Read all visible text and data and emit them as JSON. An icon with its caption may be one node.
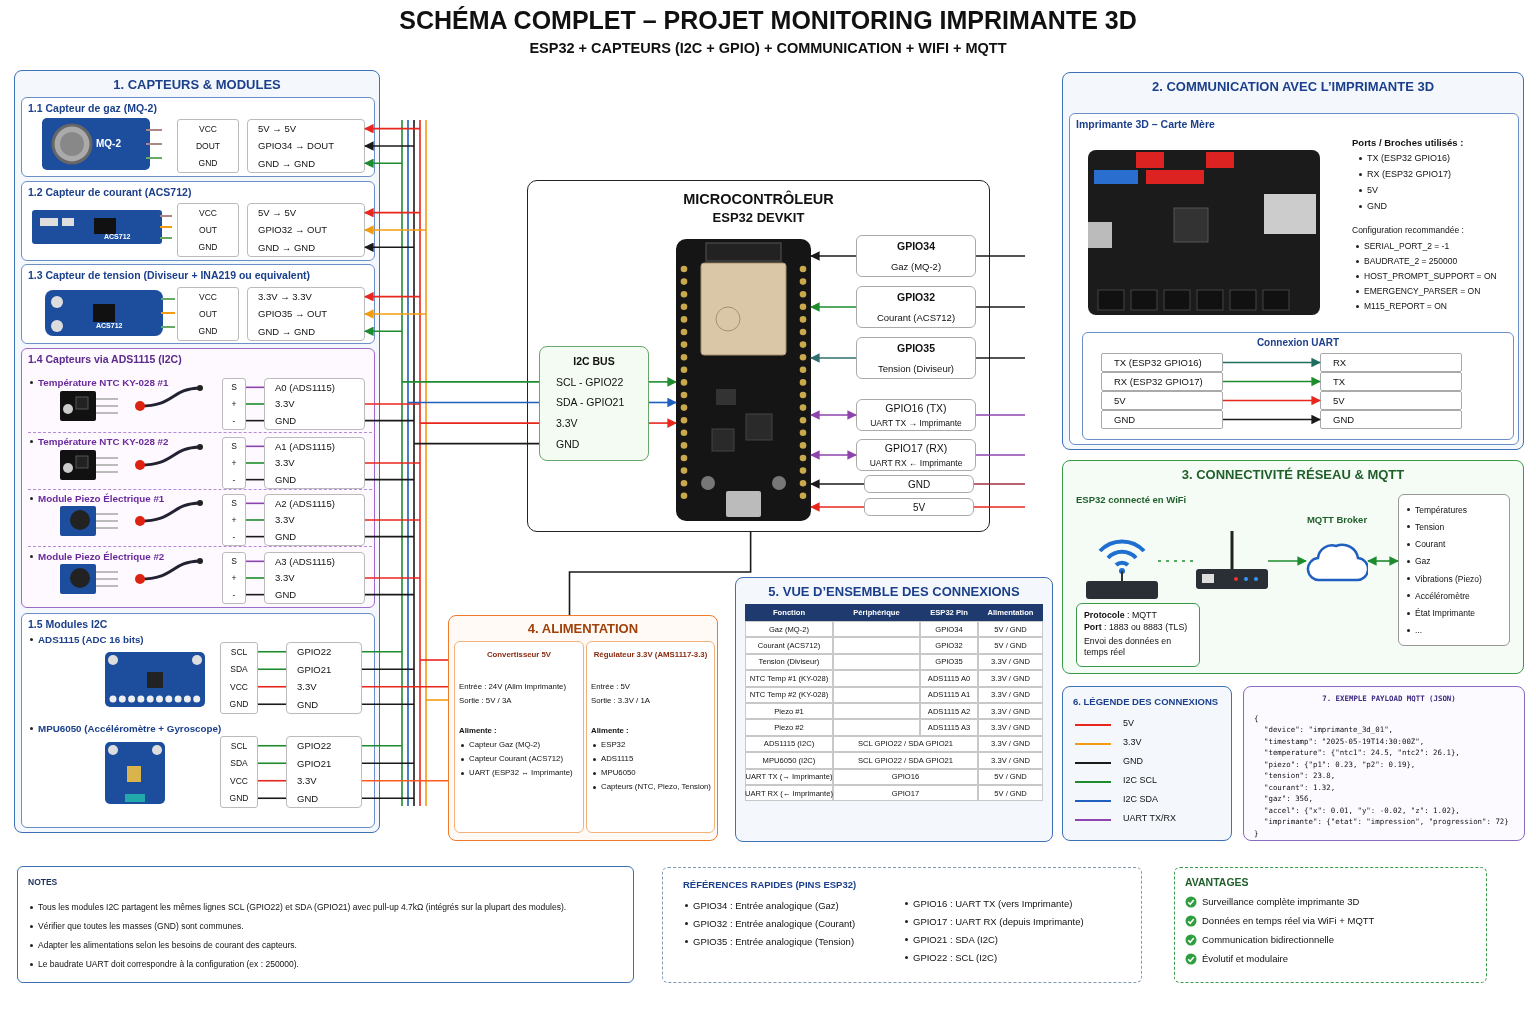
{
  "diagram": {
    "title": "SCHÉMA COMPLET – PROJET MONITORING IMPRIMANTE 3D",
    "nodes": [
      {
        "text": [
          "1. CAPTEURS & MODULES"
        ]
      },
      {
        "text": [
          "1.1 Capteur de gaz (MQ-2)"
        ],
        "in": 0
      },
      {
        "text": [
          "VCC",
          "DOUT",
          "GND"
        ],
        "in": 1
      },
      {
        "text": [
          "5V → 5V",
          "GPIO34 → DOUT",
          "GND → GND"
        ],
        "in": 1
      },
      {
        "text": [
          "1.2 Capteur de courant (ACS712)"
        ],
        "in": 0
      },
      {
        "text": [
          "VCC",
          "OUT",
          "GND"
        ],
        "in": 4
      },
      {
        "text": [
          "5V → 5V",
          "GPIO32 → OUT",
          "GND → GND"
        ],
        "in": 4
      },
      {
        "text": [
          "1.3 Capteur de tension (Diviseur + INA219 ou equivalent)"
        ],
        "in": 0
      },
      {
        "text": [
          "VCC",
          "OUT",
          "GND"
        ],
        "in": 7
      },
      {
        "text": [
          "3.3V → 3.3V",
          "GPIO35 → OUT",
          "GND → GND"
        ],
        "in": 7
      },
      {
        "text": [
          "1.4 Capteurs via ADS1115 (I2C)"
        ],
        "in": 0
      },
      {
        "text": [
          "S",
          "+",
          "-"
        ],
        "in": 10
      },
      {
        "text": [
          "A0 (ADS1115)",
          "3.3V",
          "GND"
        ],
        "in": 10
      },
      {
        "text": [
          "S",
          "+",
          "-"
        ],
        "in": 10
      },
      {
        "text": [
          "A1 (ADS1115)",
          "3.3V",
          "GND"
        ],
        "in": 10
      },
      {
        "text": [
          "S",
          "+",
          "-"
        ],
        "in": 10
      },
      {
        "text": [
          "A2 (ADS1115)",
          "3.3V",
          "GND"
        ],
        "in": 10
      },
      {
        "text": [
          "S",
          "+",
          "-"
        ],
        "in": 10
      },
      {
        "text": [
          "A3 (ADS1115)",
          "3.3V",
          "GND"
        ],
        "in": 10
      },
      {
        "text": [
          "1.5 Modules I2C"
        ],
        "in": 0
      },
      {
        "text": [
          "SCL",
          "SDA",
          "VCC",
          "GND"
        ],
        "in": 19
      },
      {
        "text": [
          "GPIO22",
          "GPIO21",
          "3.3V",
          "GND"
        ],
        "in": 19
      },
      {
        "text": [
          "SCL",
          "SDA",
          "VCC",
          "GND"
        ],
        "in": 19
      },
      {
        "text": [
          "GPIO22",
          "GPIO21",
          "3.3V",
          "GND"
        ],
        "in": 19
      },
      {
        "text": [
          "MICROCONTRÔLEUR",
          "ESP32 DEVKIT"
        ]
      },
      {
        "text": [
          "I2C BUS",
          "SCL - GPIO22",
          "SDA - GPIO21",
          "3.3V",
          "GND"
        ],
        "in": 24
      },
      {
        "text": [],
        "shape": "picture",
        "in": 24
      },
      {
        "text": [
          "GPIO34",
          "Gaz (MQ-2)"
        ],
        "in": 24
      },
      {
        "text": [
          "GPIO32",
          "Courant (ACS712)"
        ],
        "in": 24
      },
      {
        "text": [
          "GPIO35",
          "Tension (Diviseur)"
        ],
        "in": 24
      },
      {
        "text": [
          "GPIO16 (TX)",
          "UART TX → Imprimante"
        ],
        "in": 24
      },
      {
        "text": [
          "GPIO17 (RX)",
          "UART RX ← Imprimante"
        ],
        "in": 24
      },
      {
        "text": [
          "GND"
        ],
        "in": 24
      },
      {
        "text": [
          "5V"
        ],
        "in": 24
      },
      {
        "text": [
          "4. ALIMENTATION"
        ]
      },
      {
        "text": [
          "Convertisseur 5V",
          "Entrée : 24V (Alim Imprimante)",
          "Sortie : 5V / 3A",
          "Alimente :",
          "Capteur Gaz (MQ-2)",
          "Capteur Courant (ACS712)",
          "UART (ESP32 ↔ Imprimante)"
        ],
        "in": 34
      },
      {
        "text": [
          "Régulateur 3.3V (AMS1117-3.3)",
          "Entrée : 5V",
          "Sortie : 3.3V / 1A",
          "Alimente :",
          "ESP32",
          "ADS1115",
          "MPU6050",
          "Capteurs (NTC, Piezo, Tension)"
        ],
        "in": 34
      },
      {
        "text": [
          "5. VUE D’ENSEMBLE DES CONNEXIONS"
        ]
      },
      {
        "text": [
          "2. COMMUNICATION AVEC L’IMPRIMANTE 3D"
        ]
      },
      {
        "text": [
          "Imprimante 3D – Carte Mère"
        ],
        "in": 38
      },
      {
        "text": [
          "Connexion UART"
        ],
        "in": 39
      },
      {
        "text": [
          "TX (ESP32 GPIO16)"
        ],
        "in": 40
      },
      {
        "text": [
          "RX (ESP32 GPIO17)"
        ],
        "in": 40
      },
      {
        "text": [
          "5V"
        ],
        "in": 40
      },
      {
        "text": [
          "GND"
        ],
        "in": 40
      },
      {
        "text": [
          "RX"
        ],
        "in": 40
      },
      {
        "text": [
          "TX"
        ],
        "in": 40
      },
      {
        "text": [
          "5V"
        ],
        "in": 40
      },
      {
        "text": [
          "GND"
        ],
        "in": 40
      },
      {
        "text": [
          "3. CONNECTIVITÉ RÉSEAU & MQTT"
        ]
      },
      {
        "text": [],
        "shape": "picture",
        "in": 49
      },
      {
        "text": [],
        "shape": "picture",
        "in": 49
      },
      {
        "text": [],
        "shape": "cloud",
        "beside": [
          "MQTT Broker"
        ],
        "in": 49
      },
      {
        "text": [
          "Températures",
          "Tension",
          "Courant",
          "Gaz",
          "Vibrations (Piezo)",
          "Accéléromètre",
          "État Imprimante",
          "..."
        ],
        "in": 49
      },
      {
        "text": [
          "**Protocole** : MQTT",
          "**Port** : 1883 ou 8883 (TLS)",
          "Envoi des données en temps réel"
        ],
        "in": 49
      },
      {
        "text": [
          "6. LÉGENDE DES CONNEXIONS"
        ]
      },
      {
        "text": [
          "7. EXEMPLE PAYLOAD MQTT (JSON)",
          "{",
          "\"device\": \"imprimante_3d_01\",",
          "\"timestamp\": \"2025-05-19T14:30:00Z\",",
          "\"temperature\": {\"ntc1\": 24.5, \"ntc2\": 26.1},",
          "\"piezo\": {\"p1\": 0.23, \"p2\": 0.19},",
          "\"tension\": 23.8,",
          "\"courant\": 1.32,",
          "\"gaz\": 356,",
          "\"accel\": {\"x\": 0.01, \"y\": -0.02, \"z\": 1.02},",
          "\"imprimante\": {\"etat\": \"impression\", \"progression\": 72}",
          "}"
        ]
      },
      {
        "text": [
          "NOTES",
          "Tous les modules I2C partagent les mêmes lignes SCL (GPIO22) et SDA (GPIO21) avec pull-up 4.7kΩ (intégrés sur la plupart des modules).",
          "Vérifier que toutes les masses (GND) sont communes.",
          "Adapter les alimentations selon les besoins de courant des capteurs.",
          "Le baudrate UART doit correspondre à la configuration (ex : 250000)."
        ]
      },
      {
        "text": [
          "RÉFÉRENCES RAPIDES (PINS ESP32)",
          "GPIO34 : Entrée analogique (Gaz)",
          "GPIO32 : Entrée analogique (Courant)",
          "GPIO35 : Entrée analogique (Tension)",
          "GPIO16 : UART TX (vers Imprimante)",
          "GPIO17 : UART RX (depuis Imprimante)",
          "GPIO21 : SDA (I2C)",
          "GPIO22 : SCL (I2C)"
        ]
      },
      {
        "text": [
          "AVANTAGES",
          "Surveillance complète imprimante 3D",
          "Données en temps réel via WiFi + MQTT",
          "Communication bidirectionnelle",
          "Évolutif et modulaire"
        ]
      }
    ],
    "edges": [
      {
        "from": null,
        "to": 3,
        "arrow": "to",
        "color": "#e8261c"
      },
      {
        "from": null,
        "to": 3,
        "arrow": "to"
      },
      {
        "from": null,
        "to": 3,
        "arrow": "to",
        "color": "#1e8c2e"
      },
      {
        "from": null,
        "to": 6,
        "arrow": "to",
        "color": "#e8261c"
      },
      {
        "from": null,
        "to": 6,
        "arrow": "to",
        "color": "#f39c12"
      },
      {
        "from": null,
        "to": 6,
        "arrow": "to"
      },
      {
        "from": null,
        "to": 9,
        "arrow": "to",
        "color": "#e8261c"
      },
      {
        "from": null,
        "to": 9,
        "arrow": "to",
        "color": "#f39c12"
      },
      {
        "from": null,
        "to": 9,
        "arrow": "to",
        "color": "#1e8c2e"
      },
      {
        "from": 11,
        "to": 12,
        "arrow": "none",
        "color": "#8e44ad"
      },
      {
        "from": 11,
        "to": 12,
        "arrow": "none",
        "color": "#1e8c2e"
      },
      {
        "from": 11,
        "to": 12,
        "arrow": "none"
      },
      {
        "from": 12,
        "to": null,
        "arrow": "none",
        "color": "#e8261c"
      },
      {
        "from": 12,
        "to": null,
        "arrow": "none"
      },
      {
        "from": 13,
        "to": 14,
        "arrow": "none",
        "color": "#8e44ad"
      },
      {
        "from": 13,
        "to": 14,
        "arrow": "none",
        "color": "#1e8c2e"
      },
      {
        "from": 13,
        "to": 14,
        "arrow": "none"
      },
      {
        "from": 14,
        "to": null,
        "arrow": "none",
        "color": "#e8261c"
      },
      {
        "from": 14,
        "to": null,
        "arrow": "none"
      },
      {
        "from": 15,
        "to": 16,
        "arrow": "none",
        "color": "#8e44ad"
      },
      {
        "from": 15,
        "to": 16,
        "arrow": "none",
        "color": "#1e8c2e"
      },
      {
        "from": 15,
        "to": 16,
        "arrow": "none"
      },
      {
        "from": 16,
        "to": null,
        "arrow": "none",
        "color": "#e8261c"
      },
      {
        "from": 16,
        "to": null,
        "arrow": "none"
      },
      {
        "from": 17,
        "to": 18,
        "arrow": "none",
        "color": "#8e44ad"
      },
      {
        "from": 17,
        "to": 18,
        "arrow": "none",
        "color": "#1e8c2e"
      },
      {
        "from": 17,
        "to": 18,
        "arrow": "none"
      },
      {
        "from": 18,
        "to": null,
        "arrow": "none",
        "color": "#e8261c"
      },
      {
        "from": 18,
        "to": null,
        "arrow": "none"
      },
      {
        "from": 20,
        "to": 21,
        "arrow": "none",
        "color": "#1e8c2e"
      },
      {
        "from": 20,
        "to": 21,
        "arrow": "none",
        "color": "#1e8c2e"
      },
      {
        "from": 20,
        "to": 21,
        "arrow": "none",
        "color": "#e8261c"
      },
      {
        "from": 20,
        "to": 21,
        "arrow": "none"
      },
      {
        "from": 21,
        "to": null,
        "arrow": "none",
        "color": "#1e8c2e"
      },
      {
        "from": 21,
        "to": null,
        "arrow": "none"
      },
      {
        "from": 21,
        "to": 34,
        "arrow": "none",
        "color": "#e8261c"
      },
      {
        "from": 21,
        "to": null,
        "arrow": "none"
      },
      {
        "from": 22,
        "to": 23,
        "arrow": "none",
        "color": "#1e8c2e"
      },
      {
        "from": 22,
        "to": 23,
        "arrow": "none",
        "color": "#1e8c2e"
      },
      {
        "from": 22,
        "to": 23,
        "arrow": "none",
        "color": "#e8261c"
      },
      {
        "from": 22,
        "to": 23,
        "arrow": "none"
      },
      {
        "from": 23,
        "to": null,
        "arrow": "none",
        "color": "#1e8c2e"
      },
      {
        "from": 23,
        "to": null,
        "arrow": "none"
      },
      {
        "from": 23,
        "to": 34,
        "arrow": "none",
        "color": "#ff5a1f"
      },
      {
        "from": 23,
        "to": null,
        "arrow": "none"
      },
      {
        "from": null,
        "to": 25,
        "arrow": "none",
        "color": "#1e8c2e"
      },
      {
        "from": null,
        "to": 25,
        "arrow": "none",
        "color": "#1f5fbf"
      },
      {
        "from": null,
        "to": 25,
        "arrow": "none",
        "color": "#e8261c"
      },
      {
        "from": null,
        "to": 25,
        "arrow": "none"
      },
      {
        "from": 25,
        "to": 26,
        "arrow": "to",
        "color": "#1e8c2e"
      },
      {
        "from": 25,
        "to": 26,
        "arrow": "to",
        "color": "#1f5fbf"
      },
      {
        "from": 25,
        "to": 26,
        "arrow": "to",
        "color": "#e8261c"
      },
      {
        "from": 27,
        "to": 26,
        "arrow": "to"
      },
      {
        "from": 28,
        "to": 26,
        "arrow": "to",
        "color": "#1e8c2e"
      },
      {
        "from": 29,
        "to": 26,
        "arrow": "to",
        "color": "#2f6f6f"
      },
      {
        "from": 30,
        "to": 26,
        "arrow": "both",
        "color": "#8e44ad"
      },
      {
        "from": 31,
        "to": 26,
        "arrow": "both",
        "color": "#8e44ad"
      },
      {
        "from": 32,
        "to": 26,
        "arrow": "to"
      },
      {
        "from": 33,
        "to": 26,
        "arrow": "to",
        "color": "#e8261c"
      },
      {
        "from": 27,
        "to": null,
        "arrow": "none"
      },
      {
        "from": 28,
        "to": null,
        "arrow": "none"
      },
      {
        "from": 29,
        "to": null,
        "arrow": "none"
      },
      {
        "from": 30,
        "to": null,
        "arrow": "none",
        "color": "#8e44ad"
      },
      {
        "from": 31,
        "to": null,
        "arrow": "none",
        "color": "#8e44ad"
      },
      {
        "from": 32,
        "to": null,
        "arrow": "none",
        "color": "#a03040"
      },
      {
        "from": 33,
        "to": null,
        "arrow": "none",
        "color": "#e8261c"
      },
      {
        "from": 24,
        "to": 34,
        "arrow": "none"
      },
      {
        "from": 41,
        "to": 45,
        "arrow": "to",
        "color": "#1f6f5f"
      },
      {
        "from": 42,
        "to": 46,
        "arrow": "to",
        "color": "#1e8c2e"
      },
      {
        "from": 43,
        "to": 47,
        "arrow": "to",
        "color": "#e8261c"
      },
      {
        "from": 44,
        "to": 48,
        "arrow": "to"
      },
      {
        "from": 50,
        "to": 51,
        "arrow": "none",
        "style": "dashed",
        "color": "#1e8c2e"
      },
      {
        "from": 51,
        "to": 52,
        "arrow": "to",
        "color": "#1e8c2e"
      },
      {
        "from": 52,
        "to": 53,
        "arrow": "both",
        "color": "#1e8c2e"
      }
    ],
    "labels": [
      "ESP32 + CAPTEURS (I2C + GPIO) + COMMUNICATION + WIFI + MQTT",
      "MQ-2",
      "ACS712",
      "ACS712",
      "Température NTC KY-028 #1",
      "Température NTC KY-028 #2",
      "Module Piezo Électrique #1",
      "Module Piezo Électrique #2",
      "ADS1115 (ADC 16 bits)",
      "MPU6050 (Accéléromètre + Gyroscope)",
      "Ports / Broches utilisés :",
      "TX (ESP32 GPIO16)",
      "RX (ESP32 GPIO17)",
      "5V",
      "GND",
      "Configuration recommandée :",
      "SERIAL_PORT_2 = -1",
      "BAUDRATE_2 = 250000",
      "HOST_PROMPT_SUPPORT = ON",
      "EMERGENCY_PARSER = ON",
      "M115_REPORT = ON",
      "ESP32 connecté en WiFi",
      "Fonction",
      "Périphérique",
      "ESP32 Pin",
      "Alimentation",
      "Gaz (MQ-2)",
      "GPIO34",
      "5V / GND",
      "Courant (ACS712)",
      "GPIO32",
      "5V / GND",
      "Tension (Diviseur)",
      "GPIO35",
      "3.3V / GND",
      "NTC Temp #1 (KY-028)",
      "ADS1115 A0",
      "3.3V / GND",
      "NTC Temp #2 (KY-028)",
      "ADS1115 A1",
      "3.3V / GND",
      "Piezo #1",
      "ADS1115 A2",
      "3.3V / GND",
      "Piezo #2",
      "ADS1115 A3",
      "3.3V / GND",
      "ADS1115 (I2C)",
      "SCL GPIO22 / SDA GPIO21",
      "3.3V / GND",
      "MPU6050 (I2C)",
      "SCL GPIO22 / SDA GPIO21",
      "3.3V / GND",
      "UART TX (→ Imprimante)",
      "GPIO16",
      "5V / GND",
      "UART RX (← Imprimante)",
      "GPIO17",
      "5V / GND"
    ],
    "legend": [
      {
        "text": "5V"
      },
      {
        "text": "3.3V"
      },
      {
        "text": "GND"
      },
      {
        "text": "I2C SCL"
      },
      {
        "text": "I2C SDA"
      },
      {
        "text": "UART TX/RX"
      }
    ]
  }
}
